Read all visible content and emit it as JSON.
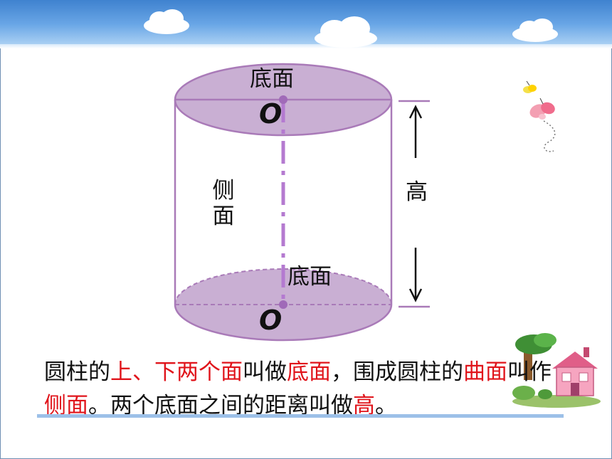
{
  "diagram": {
    "top_base_label": "底面",
    "bottom_base_label": "底面",
    "lateral_label": "侧面",
    "height_label": "高",
    "top_center_label": "O",
    "bottom_center_label": "O"
  },
  "definition": {
    "segments": [
      {
        "text": "圆柱的",
        "highlight": false
      },
      {
        "text": "上、下两个面",
        "highlight": true
      },
      {
        "text": "叫做",
        "highlight": false
      },
      {
        "text": "底面",
        "highlight": true
      },
      {
        "text": "，围成圆柱的",
        "highlight": false
      },
      {
        "text": "曲面",
        "highlight": true
      },
      {
        "text": "叫作",
        "highlight": false
      },
      {
        "text": "侧面",
        "highlight": true
      },
      {
        "text": "。两个底面之间的距离叫做",
        "highlight": false
      },
      {
        "text": "高",
        "highlight": true
      },
      {
        "text": "。",
        "highlight": false
      }
    ]
  },
  "colors": {
    "cylinder_fill": "#c9afd3",
    "cylinder_stroke": "#a97ab8",
    "axis": "#b47ad0",
    "highlight_text": "#e0141b",
    "banner": "#4a8ad6"
  }
}
